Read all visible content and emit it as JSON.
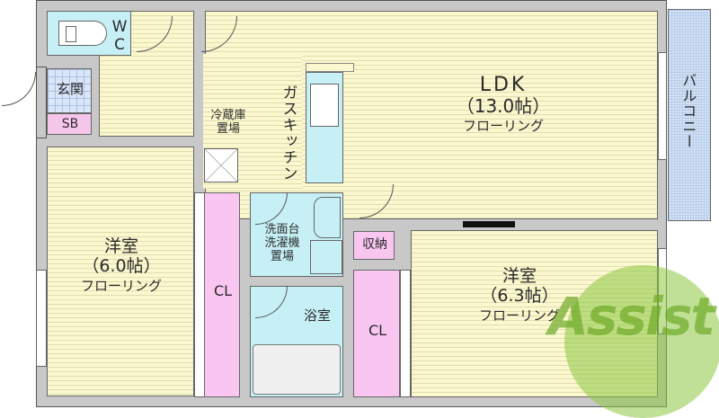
{
  "floorplan": {
    "rooms": {
      "ldk": {
        "name": "LDK",
        "size": "（13.0帖）",
        "floor": "フローリング"
      },
      "western1": {
        "name": "洋室",
        "size": "（6.0帖）",
        "floor": "フローリング"
      },
      "western2": {
        "name": "洋室",
        "size": "（6.3帖）",
        "floor": "フローリング"
      },
      "wc": {
        "line1": "W",
        "line2": "C"
      },
      "entrance": "玄関",
      "shoebox": "SB",
      "fridge": {
        "line1": "冷蔵庫",
        "line2": "置場"
      },
      "kitchen": "ガスキッチン",
      "washroom": {
        "line1": "洗面台",
        "line2": "洗濯機",
        "line3": "置場"
      },
      "bath": "浴室",
      "storage": "収納",
      "closet1": "CL",
      "closet2": "CL",
      "balcony": "バルコニー"
    },
    "watermark": "Assist",
    "colors": {
      "floor": "#fbf8cf",
      "wall": "#c8c8c8",
      "water": "#c6f0f6",
      "closet": "#f9c6f2",
      "tile": "#dbe6f8",
      "watermark_green": "#8cc63f",
      "watermark_red": "#e05050"
    }
  }
}
